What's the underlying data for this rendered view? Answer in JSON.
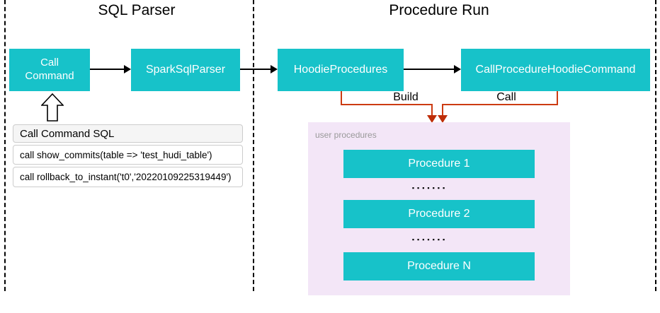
{
  "sections": {
    "sql_parser": {
      "title": "SQL Parser"
    },
    "procedure_run": {
      "title": "Procedure Run"
    }
  },
  "nodes": {
    "call_command": {
      "label": "Call Command"
    },
    "spark_sql_parser": {
      "label": "SparkSqlParser"
    },
    "hoodie_procedures": {
      "label": "HoodieProcedures"
    },
    "call_procedure_hoodie_command": {
      "label": "CallProcedureHoodieCommand"
    }
  },
  "connectors": {
    "build_label": "Build",
    "call_label": "Call"
  },
  "sql_panel": {
    "title": "Call Command SQL",
    "statements": [
      "call show_commits(table => 'test_hudi_table')",
      "call rollback_to_instant('t0','20220109225319449')"
    ]
  },
  "user_procedures": {
    "label": "user procedures",
    "items": [
      "Procedure 1",
      "Procedure 2",
      "Procedure N"
    ],
    "dots": "▪▪▪▪▪▪▪"
  },
  "colors": {
    "node_fill": "#17C2C9",
    "node_text": "#FFFFFF",
    "arrow_black": "#000000",
    "connector": "#CC3B12",
    "connector_head": "#BE2D08",
    "user_panel_fill": "#F3E6F7",
    "panel_label_text": "#999999",
    "sql_header_fill": "#F5F5F5",
    "sql_border": "#CCCCCC"
  }
}
